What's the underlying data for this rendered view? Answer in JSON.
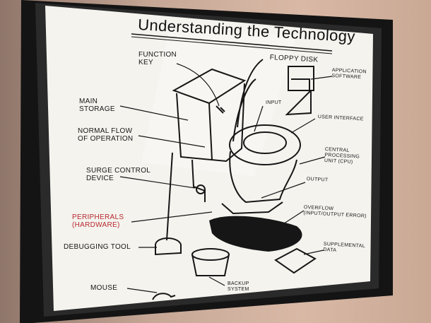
{
  "title": "Understanding the Technology",
  "labels": {
    "function_key": "Function\nkey",
    "floppy_disk": "Floppy disk",
    "application_software": "Application\nsoftware",
    "main_storage": "Main\nstorage",
    "input": "Input",
    "user_interface": "User interface",
    "normal_flow": "Normal flow\nof operation",
    "cpu": "Central\nprocessing\nunit (CPU)",
    "surge_control": "Surge control\ndevice",
    "output": "Output",
    "peripherals": "Peripherals\n(Hardware)",
    "overflow": "Overflow\n(Input/output error)",
    "debugging_tool": "Debugging tool",
    "supplemental_data": "Supplemental\ndata",
    "mouse": "Mouse",
    "backup_system": "Backup\nsystem"
  },
  "colors": {
    "wall": "#c9a894",
    "frame": "#141414",
    "paper": "#f4f3ee",
    "ink": "#161616",
    "accent_red": "#b8282e"
  }
}
